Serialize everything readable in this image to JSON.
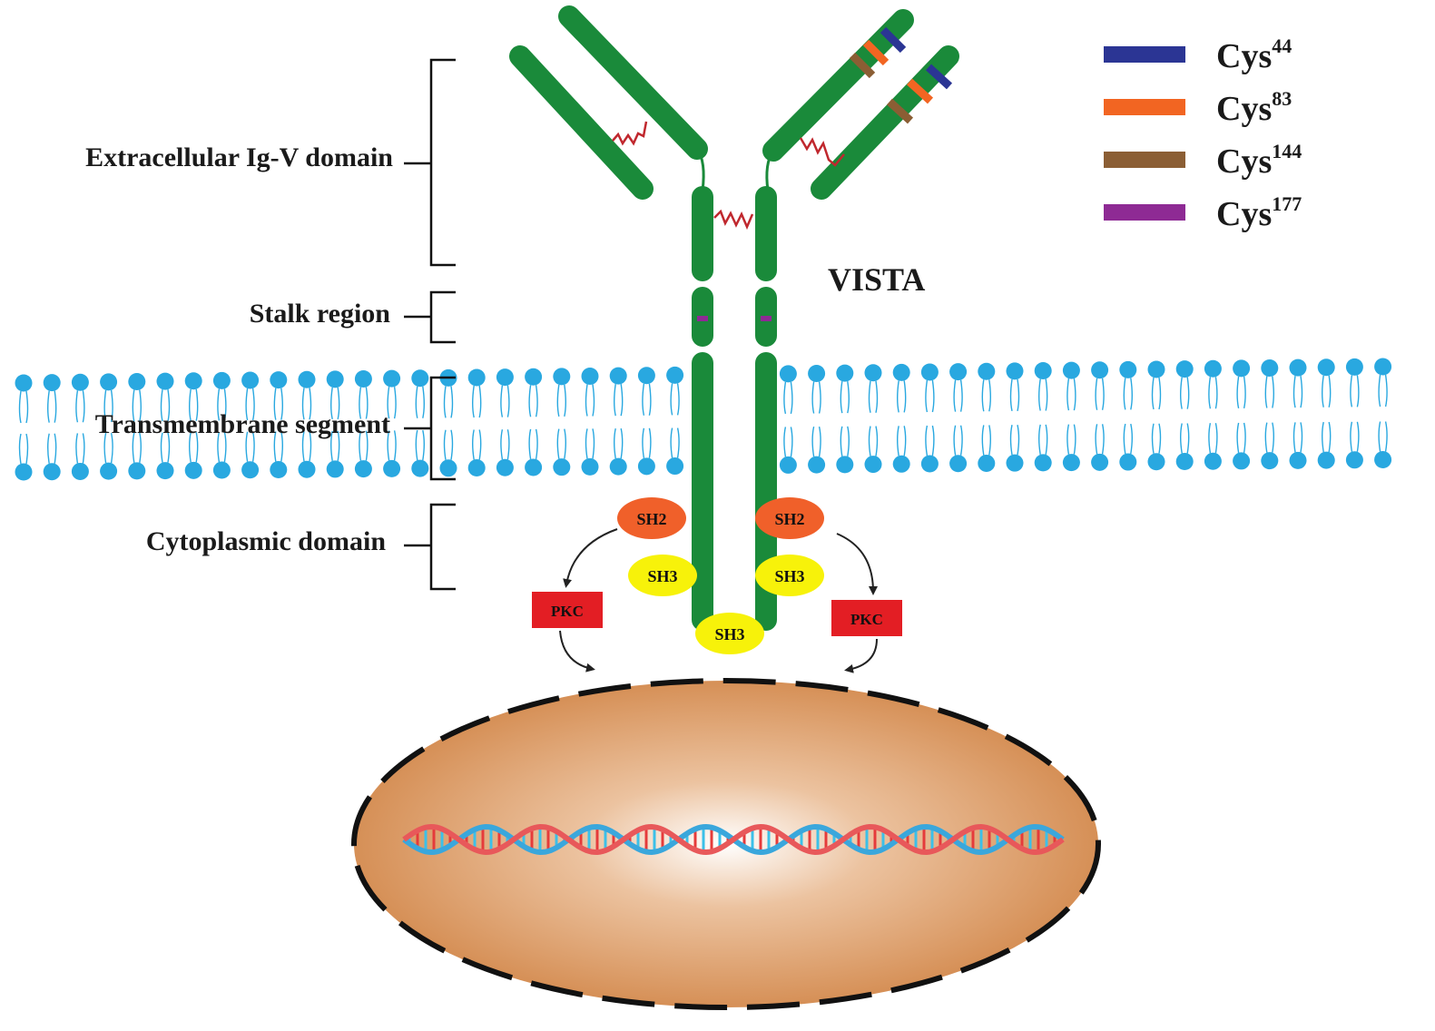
{
  "labels": {
    "extracellular": "Extracellular Ig-V domain",
    "stalk": "Stalk region",
    "transmembrane": "Transmembrane segment",
    "cytoplasmic": "Cytoplasmic domain",
    "vista": "VISTA"
  },
  "legend": [
    {
      "base": "Cys",
      "sup": "44",
      "color": "#2b3594"
    },
    {
      "base": "Cys",
      "sup": "83",
      "color": "#f26522"
    },
    {
      "base": "Cys",
      "sup": "144",
      "color": "#8b5e34"
    },
    {
      "base": "Cys",
      "sup": "177",
      "color": "#8e2a94"
    }
  ],
  "nodes": {
    "sh2_left": "SH2",
    "sh2_right": "SH2",
    "sh3_left": "SH3",
    "sh3_right": "SH3",
    "sh3_bottom": "SH3",
    "pkc_left": "PKC",
    "pkc_right": "PKC"
  },
  "colors": {
    "protein": "#1a8a3a",
    "membrane": "#29a8e0",
    "disulfide": "#c0282e",
    "sh2": "#f0602a",
    "sh3": "#f7f20a",
    "pkc": "#e31e24",
    "nucleus": "#d0864a"
  }
}
